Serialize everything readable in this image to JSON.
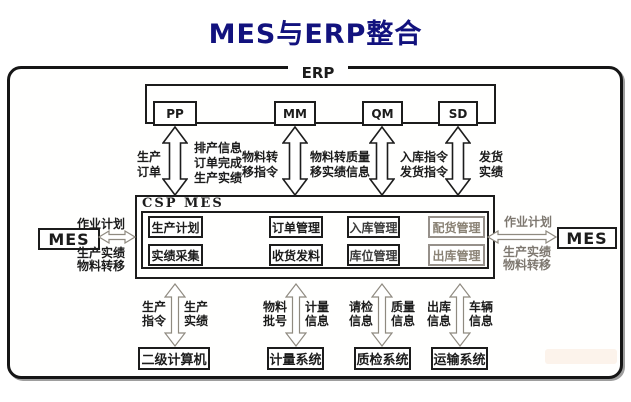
{
  "title": "MES与ERP整合",
  "colors": {
    "title": "#12127e",
    "line": "#1c1c1c",
    "faded": "#8a8275"
  },
  "erp": {
    "label": "ERP",
    "modules": [
      {
        "label": "PP"
      },
      {
        "label": "MM"
      },
      {
        "label": "QM"
      },
      {
        "label": "SD"
      }
    ]
  },
  "top_flows": [
    {
      "left": "生产\n订单",
      "right": "排产信息\n订单完成\n生产实绩"
    },
    {
      "left": "物料转\n移指令",
      "right": "物料转\n移实绩"
    },
    {
      "left": "质量\n信息",
      "right": ""
    },
    {
      "left": "入库指令\n发货指令",
      "right": "发货\n实绩"
    }
  ],
  "csp": {
    "label": "CSP MES",
    "row1": [
      "生产计划",
      "订单管理",
      "入库管理",
      "配货管理"
    ],
    "row2": [
      "实绩采集",
      "收货发料",
      "库位管理",
      "出库管理"
    ]
  },
  "mes_left": {
    "label": "MES",
    "top": "作业计划",
    "bottom": "生产实绩\n物料转移"
  },
  "mes_right": {
    "label": "MES",
    "top": "作业计划",
    "bottom": "生产实绩\n物料转移"
  },
  "bottom_flows": [
    {
      "left": "生产\n指令",
      "right": "生产\n实绩"
    },
    {
      "left": "物料\n批号",
      "right": "计量\n信息"
    },
    {
      "left": "请检\n信息",
      "right": "质量\n信息"
    },
    {
      "left": "出库\n信息",
      "right": "车辆\n信息"
    }
  ],
  "systems": [
    "二级计算机",
    "计量系统",
    "质检系统",
    "运输系统"
  ]
}
